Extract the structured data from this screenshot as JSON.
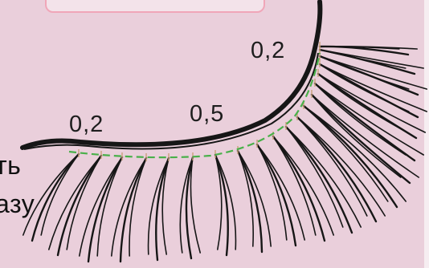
{
  "colors": {
    "background": "#eacfdb",
    "lash": "#161616",
    "guide_line": "#49b04a",
    "tick": "#c9a07a",
    "tab_border": "#f0a6b8"
  },
  "partial_text": {
    "line1": "ть",
    "line2": "азу"
  },
  "thickness_labels": [
    {
      "id": "left",
      "text": "0,2"
    },
    {
      "id": "middle",
      "text": "0,5"
    },
    {
      "id": "right",
      "text": "0,2"
    }
  ]
}
